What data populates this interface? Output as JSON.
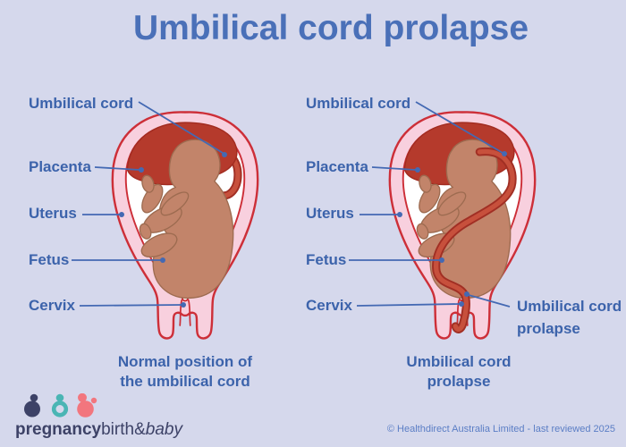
{
  "title": "Umbilical cord prolapse",
  "left_diagram": {
    "labels": {
      "umbilical_cord": "Umbilical cord",
      "placenta": "Placenta",
      "uterus": "Uterus",
      "fetus": "Fetus",
      "cervix": "Cervix"
    },
    "caption_line1": "Normal position of",
    "caption_line2": "the umbilical cord"
  },
  "right_diagram": {
    "labels": {
      "umbilical_cord": "Umbilical cord",
      "placenta": "Placenta",
      "uterus": "Uterus",
      "fetus": "Fetus",
      "cervix": "Cervix"
    },
    "pointer_label_line1": "Umbilical cord",
    "pointer_label_line2": "prolapse",
    "caption_line1": "Umbilical cord",
    "caption_line2": "prolapse"
  },
  "footer": {
    "logo_part1": "pregnancy",
    "logo_part2": "birth",
    "logo_part3": "&",
    "logo_part4": "baby",
    "copyright": "© Healthdirect Australia Limited - last reviewed 2025"
  },
  "colors": {
    "background": "#d5d8ec",
    "title_blue": "#4a70b8",
    "label_blue": "#3c63ab",
    "leader_line_blue": "#4469b3",
    "uterus_outline_red": "#cd2f38",
    "uterus_wall_pink": "#f8d0de",
    "placenta_red": "#b53a2c",
    "cord_red": "#c7503c",
    "fetus_skin": "#c2846a",
    "logo_navy": "#3d4267",
    "logo_teal": "#4ab5b4",
    "logo_coral": "#f2767e"
  }
}
